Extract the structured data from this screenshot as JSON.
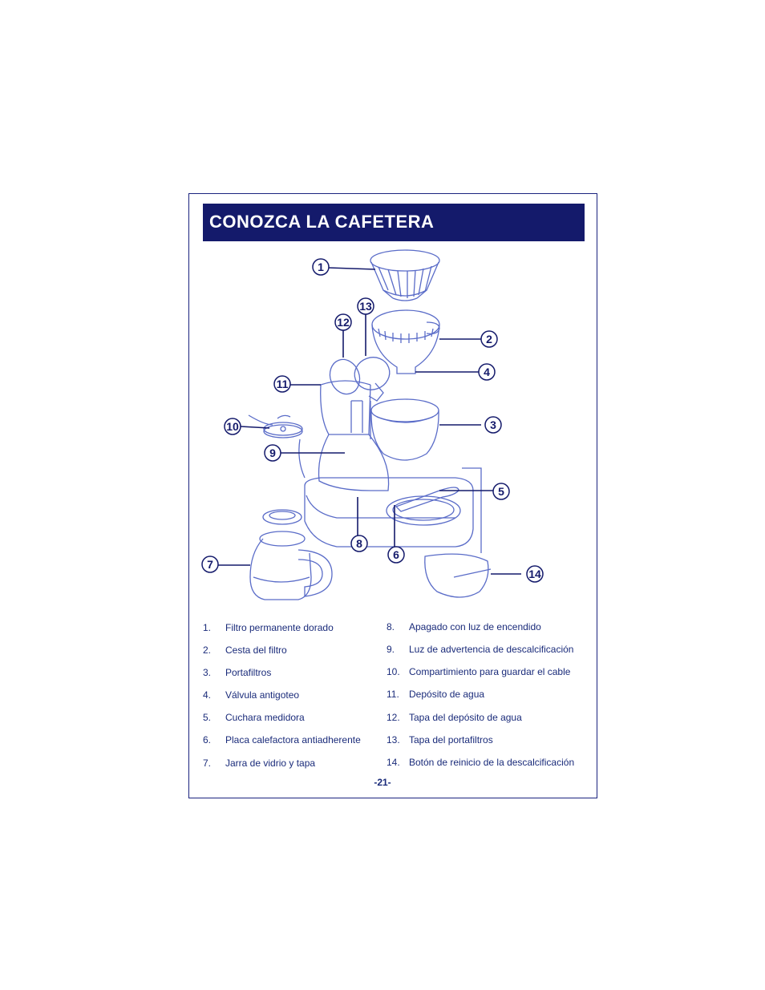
{
  "title": "CONOZCA LA CAFETERA",
  "callouts": [
    "1",
    "2",
    "3",
    "4",
    "5",
    "6",
    "7",
    "8",
    "9",
    "10",
    "11",
    "12",
    "13",
    "14"
  ],
  "parts_left": [
    {
      "num": "1.",
      "label": "Filtro permanente dorado"
    },
    {
      "num": "2.",
      "label": "Cesta del filtro"
    },
    {
      "num": "3.",
      "label": "Portafiltros"
    },
    {
      "num": "4.",
      "label": "Válvula antigoteo"
    },
    {
      "num": "5.",
      "label": "Cuchara medidora"
    },
    {
      "num": "6.",
      "label": "Placa calefactora antiadherente"
    },
    {
      "num": "7.",
      "label": "Jarra de vidrio y tapa"
    }
  ],
  "parts_right": [
    {
      "num": "8.",
      "label": "Apagado con luz de encendido"
    },
    {
      "num": "9.",
      "label": "Luz de advertencia de descalcificación"
    },
    {
      "num": "10.",
      "label": "Compartimiento para guardar el cable"
    },
    {
      "num": "11.",
      "label": "Depósito de agua"
    },
    {
      "num": "12.",
      "label": "Tapa del depósito de agua"
    },
    {
      "num": "13.",
      "label": "Tapa del portafiltros"
    },
    {
      "num": "14.",
      "label": "Botón de reinicio de la descalcificación"
    }
  ],
  "page_number": "-21-",
  "colors": {
    "navy": "#141a6b",
    "line": "#5a6cc8",
    "ink": "#1a2b7a"
  }
}
